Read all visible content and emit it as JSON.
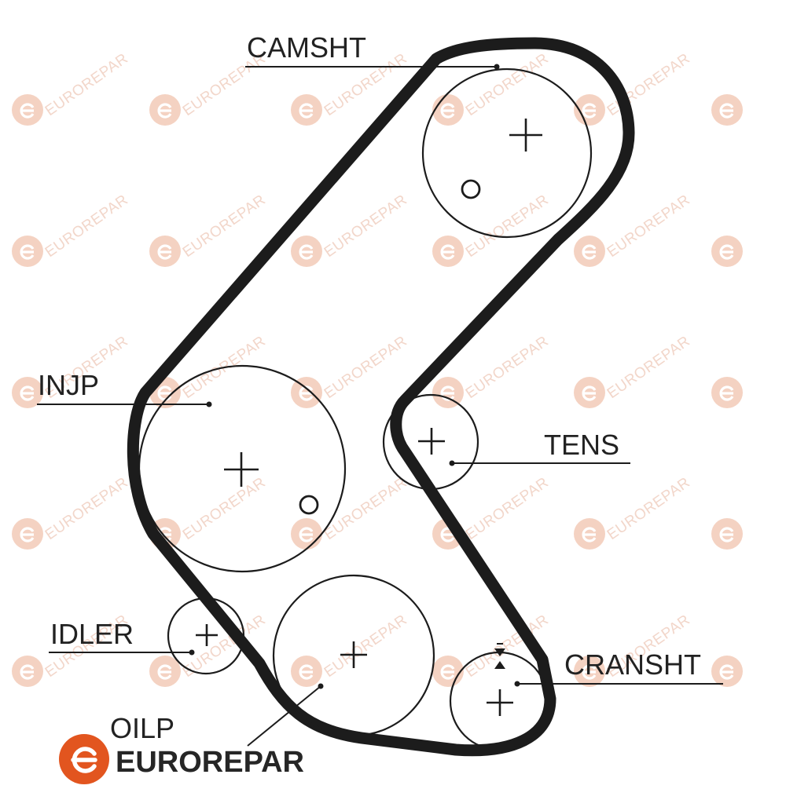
{
  "diagram": {
    "labels": {
      "camshaft": "CAMSHT",
      "injection_pump": "INJP",
      "tensioner": "TENS",
      "idler": "IDLER",
      "crankshaft": "CRANSHT",
      "oil_pump": "OILP"
    }
  },
  "brand": {
    "name": "EUROREPAR",
    "watermark_text": "EUROREPAR",
    "logo_glyph": "e"
  },
  "colors": {
    "belt": "#1c1c1c",
    "line": "#1c1c1c",
    "brand_accent": "#e2551f",
    "watermark": "#f3cdbb",
    "text": "#222222"
  }
}
